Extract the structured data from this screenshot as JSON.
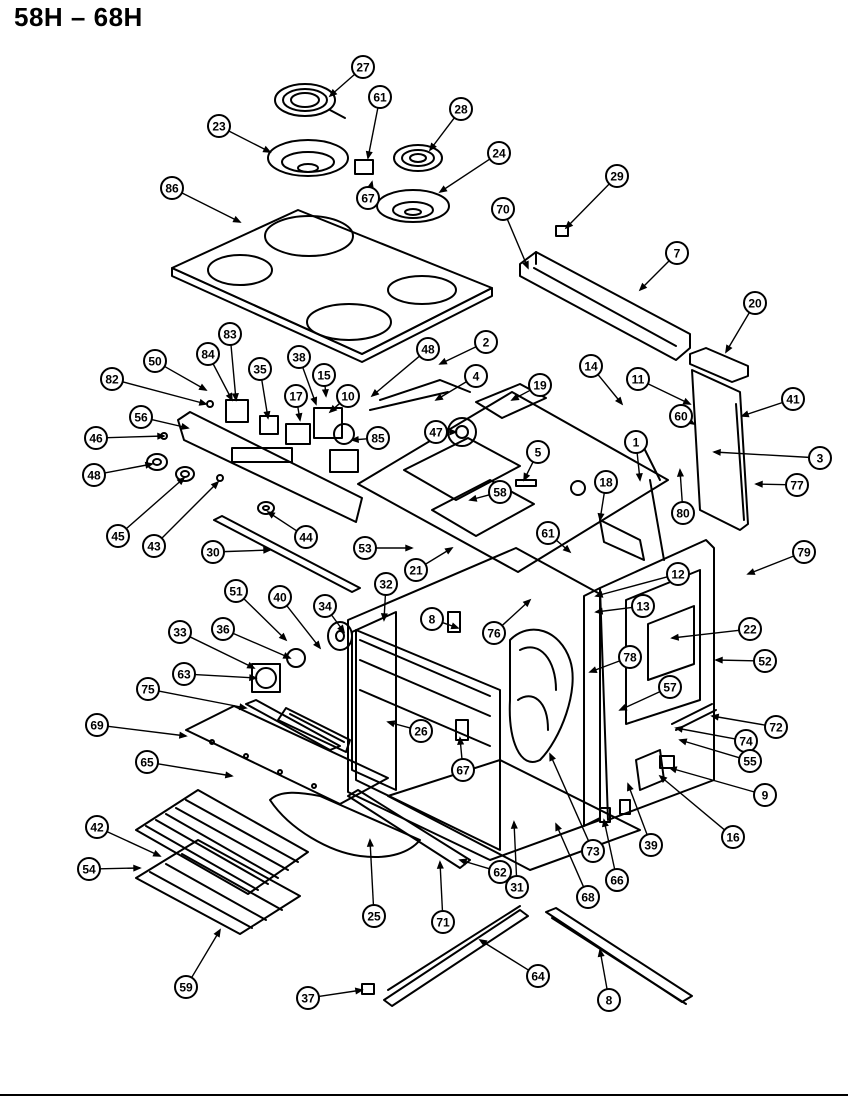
{
  "header": {
    "title": "58H – 68H"
  },
  "callouts": [
    "27",
    "61",
    "28",
    "23",
    "24",
    "86",
    "67",
    "29",
    "70",
    "7",
    "20",
    "50",
    "83",
    "84",
    "38",
    "15",
    "48",
    "2",
    "82",
    "35",
    "17",
    "10",
    "4",
    "19",
    "14",
    "11",
    "41",
    "56",
    "47",
    "60",
    "46",
    "85",
    "5",
    "3",
    "48",
    "1",
    "45",
    "43",
    "58",
    "18",
    "77",
    "80",
    "44",
    "61",
    "30",
    "53",
    "21",
    "79",
    "12",
    "32",
    "51",
    "40",
    "34",
    "8",
    "76",
    "13",
    "33",
    "36",
    "22",
    "63",
    "52",
    "78",
    "75",
    "57",
    "26",
    "72",
    "69",
    "74",
    "67",
    "55",
    "65",
    "9",
    "16",
    "42",
    "73",
    "39",
    "54",
    "31",
    "68",
    "66",
    "62",
    "25",
    "71",
    "59",
    "64",
    "8",
    "37"
  ]
}
